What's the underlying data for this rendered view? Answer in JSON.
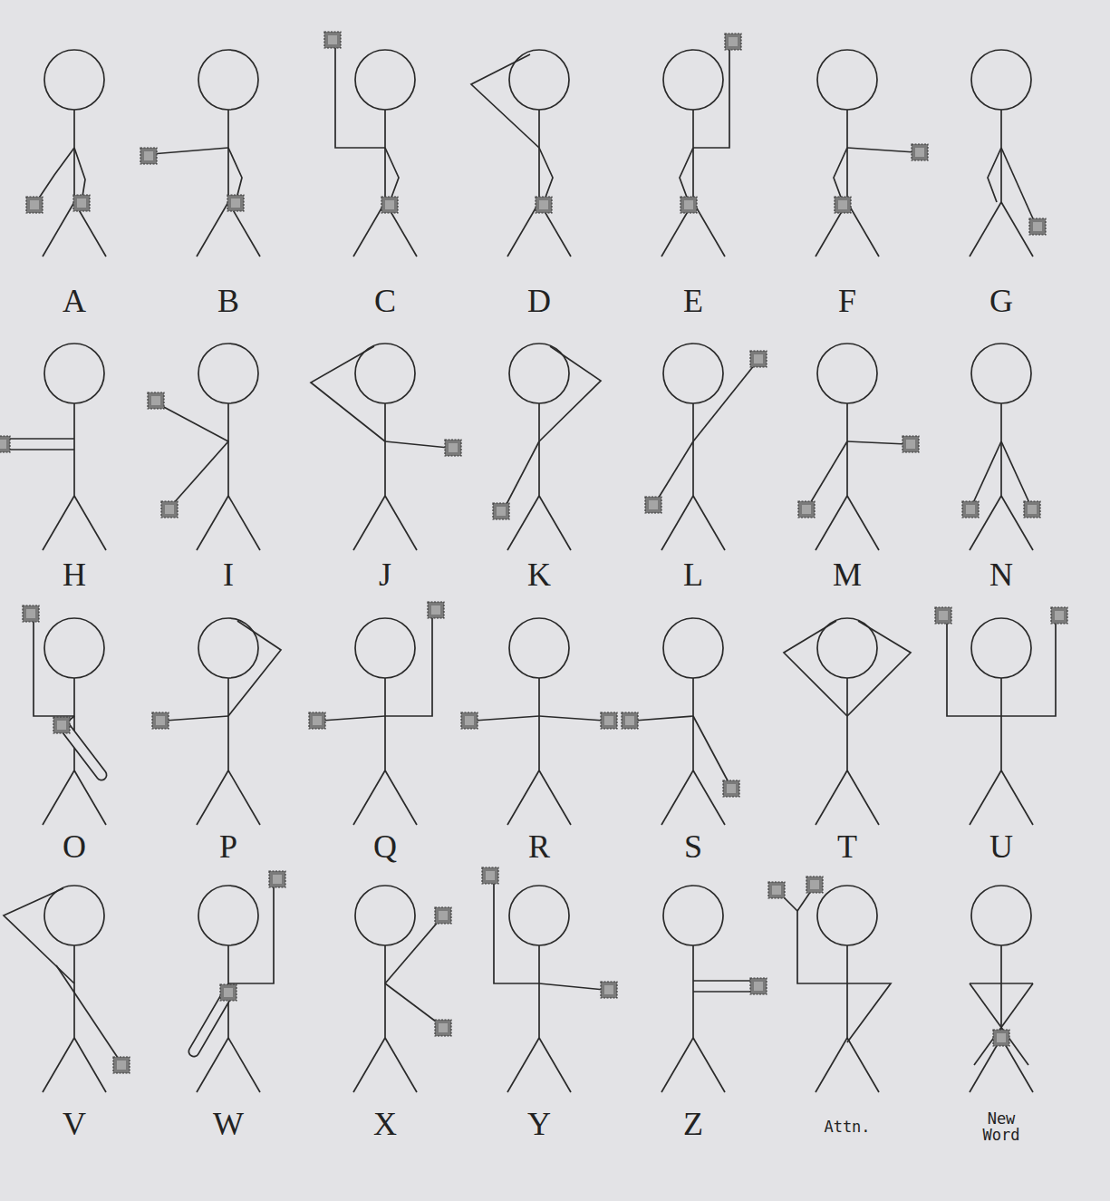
{
  "diagram": {
    "labels": [
      "A",
      "B",
      "C",
      "D",
      "E",
      "F",
      "G",
      "H",
      "I",
      "J",
      "K",
      "L",
      "M",
      "N",
      "O",
      "P",
      "Q",
      "R",
      "S",
      "T",
      "U",
      "V",
      "W",
      "X",
      "Y",
      "Z",
      "Attn.",
      "New Word"
    ]
  }
}
